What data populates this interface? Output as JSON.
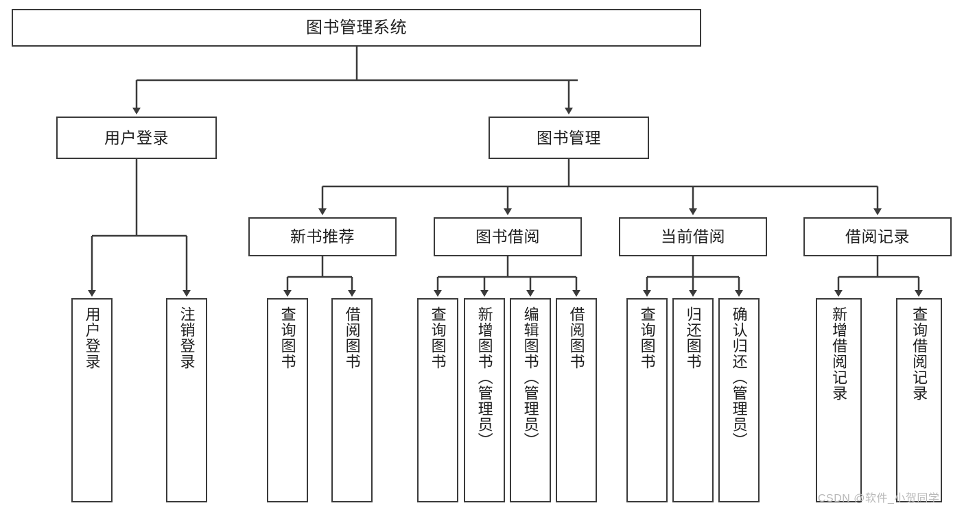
{
  "diagram": {
    "title": "图书管理系统",
    "watermark": "CSDN @软件_小贺同学",
    "colors": {
      "stroke": "#3a3a3a",
      "text": "#1f1f1f",
      "background": "#ffffff",
      "watermark": "#b9b9b9"
    },
    "levels": {
      "level1": [
        {
          "id": "root",
          "label": "图书管理系统"
        }
      ],
      "level2": [
        {
          "id": "user-login",
          "label": "用户登录"
        },
        {
          "id": "book-management",
          "label": "图书管理"
        }
      ],
      "level3": [
        {
          "id": "new-book-recommend",
          "label": "新书推荐"
        },
        {
          "id": "book-borrow",
          "label": "图书借阅"
        },
        {
          "id": "current-borrow",
          "label": "当前借阅"
        },
        {
          "id": "borrow-record",
          "label": "借阅记录"
        }
      ],
      "leaves": {
        "user_login": [
          {
            "id": "leaf-user-login",
            "label": "用户登录"
          },
          {
            "id": "leaf-logout-login",
            "label": "注销登录"
          }
        ],
        "new_book_recommend": [
          {
            "id": "leaf-query-book-1",
            "label": "查询图书"
          },
          {
            "id": "leaf-borrow-book-1",
            "label": "借阅图书"
          }
        ],
        "book_borrow": [
          {
            "id": "leaf-query-book-2",
            "label": "查询图书"
          },
          {
            "id": "leaf-add-book",
            "label": "新增图书（管理员）"
          },
          {
            "id": "leaf-edit-book",
            "label": "编辑图书（管理员）"
          },
          {
            "id": "leaf-borrow-book-2",
            "label": "借阅图书"
          }
        ],
        "current_borrow": [
          {
            "id": "leaf-query-book-3",
            "label": "查询图书"
          },
          {
            "id": "leaf-return-book",
            "label": "归还图书"
          },
          {
            "id": "leaf-confirm-return",
            "label": "确认归还（管理员）"
          }
        ],
        "borrow_record": [
          {
            "id": "leaf-add-borrow-record",
            "label": "新增借阅记录"
          },
          {
            "id": "leaf-query-borrow-record",
            "label": "查询借阅记录"
          }
        ]
      }
    }
  }
}
